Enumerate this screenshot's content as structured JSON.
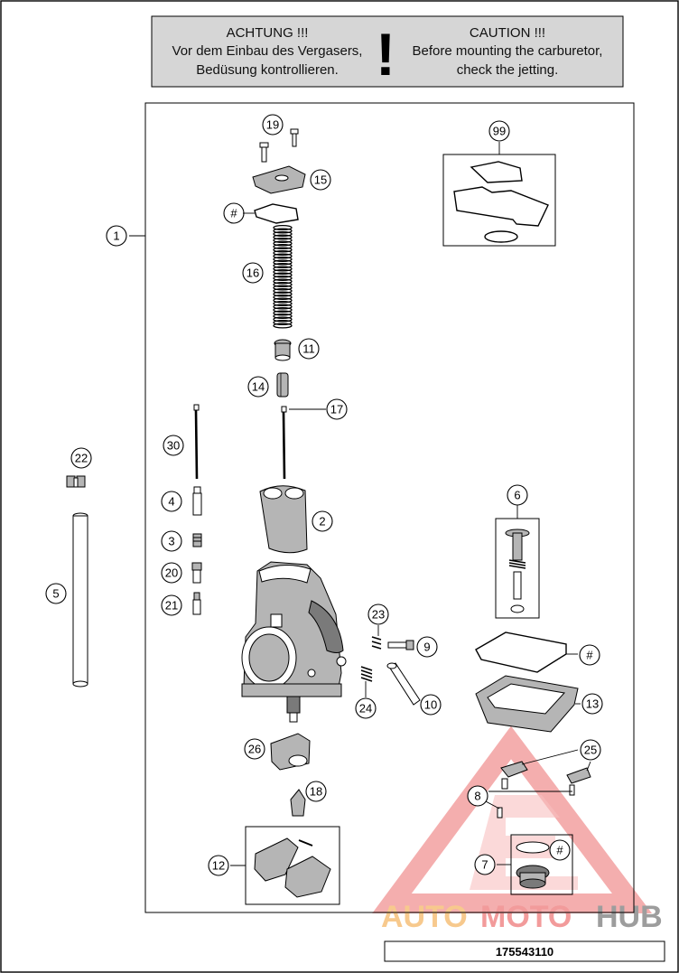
{
  "warning": {
    "de_title": "ACHTUNG !!!",
    "de_line1": "Vor dem Einbau des Vergasers,",
    "de_line2": "Bedüsung kontrollieren.",
    "en_title": "CAUTION !!!",
    "en_line1": "Before mounting the carburetor,",
    "en_line2": "check the jetting.",
    "symbol": "!"
  },
  "part_number": "175543110",
  "watermark": {
    "text_auto": "AUTO",
    "text_moto": "MOTO",
    "text_hub": "HUB",
    "color_auto": "#f6c07a",
    "color_moto": "#f08a8a",
    "color_hub": "#8c8c8c"
  },
  "callouts": {
    "c1": "1",
    "c2": "2",
    "c3": "3",
    "c4": "4",
    "c5": "5",
    "c6": "6",
    "c7": "7",
    "c8": "8",
    "c9": "9",
    "c10": "10",
    "c11": "11",
    "c12": "12",
    "c13": "13",
    "c14": "14",
    "c15": "15",
    "c16": "16",
    "c17": "17",
    "c18": "18",
    "c19": "19",
    "c20": "20",
    "c21": "21",
    "c22": "22",
    "c23": "23",
    "c24": "24",
    "c25": "25",
    "c26": "26",
    "c30": "30",
    "c99": "99",
    "hash_a": "#",
    "hash_b": "#",
    "hash_c": "#"
  }
}
